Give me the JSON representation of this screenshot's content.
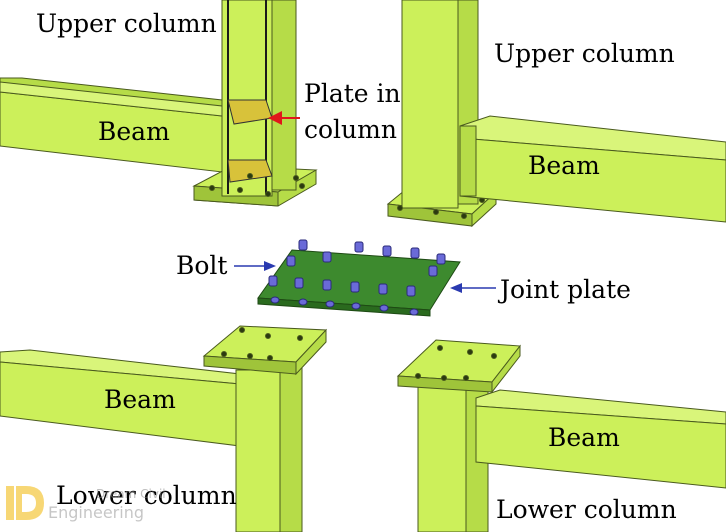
{
  "labels": {
    "upper_column_left": "Upper column",
    "upper_column_right": "Upper column",
    "plate_in_column_line1": "Plate in",
    "plate_in_column_line2": "column",
    "beam_upper_left": "Beam",
    "beam_upper_right": "Beam",
    "bolt": "Bolt",
    "joint_plate": "Joint plate",
    "beam_lower_left": "Beam",
    "beam_lower_right": "Beam",
    "lower_column_left": "Lower column",
    "lower_column_right": "Lower column"
  },
  "watermark": {
    "line1": "Dream Civil",
    "line2": "Engineering"
  },
  "colors": {
    "steel": "#ccf05a",
    "steel_shade": "#b6dc48",
    "steel_dark": "#9fc43a",
    "outline": "#4a5a1e",
    "inner_plate": "#d8c23a",
    "joint_plate": "#3d8a2e",
    "bolt": "#6a6ad8",
    "arrow_red": "#e0161b",
    "arrow_blue": "#2a3ab0"
  }
}
